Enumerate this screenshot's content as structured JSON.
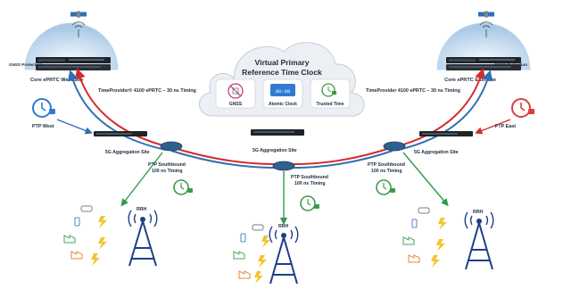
{
  "colors": {
    "navy": "#12264a",
    "device": "#1f2329",
    "link_red": "#d62b2b",
    "link_blue": "#2f6fb3",
    "arrow_green": "#2f9a4e",
    "ptp_blue": "#2f7bd3",
    "ptp_red": "#d9403f",
    "timing_green": "#3f9a4a",
    "tower_blue": "#1d3f8a",
    "dome": "#cfe3f5",
    "cloud": "#ecf0f4"
  },
  "labels": {
    "gnss_protection_left": "GNSS Protection",
    "gnss_protection_right": "GNSS Protection",
    "core_west": "Core ePRTC West Site",
    "core_east": "Core ePRTC East Site",
    "tp_west": "TimeProvider® 4100 ePRTC – 30 ns Timing",
    "tp_east": "TimeProvider 4100 ePRTC – 30 ns Timing",
    "ptp_west": "PTP West",
    "ptp_east": "PTP East",
    "agg_left": "5G Aggregation Site",
    "agg_center": "5G Aggregation Site",
    "agg_right": "5G Aggregation Site",
    "ptp_sb_left": [
      "PTP Southbound",
      "100 ns Timing"
    ],
    "ptp_sb_center": [
      "PTP Southbound",
      "100 ns Timing"
    ],
    "ptp_sb_right": [
      "PTP Southbound",
      "100 ns Timing"
    ],
    "rrh_left": "RRH",
    "rrh_center": "RRH",
    "rrh_right": "RRH"
  },
  "cloud": {
    "title_line1": "Virtual Primary",
    "title_line2": "Reference Time Clock",
    "clock_display": "00:00",
    "items": [
      "GNSS",
      "Atomic Clock",
      "Trusted Time"
    ]
  },
  "icons": {
    "satellite": "satellite-icon",
    "clock": "clock-icon",
    "lock": "lock-icon",
    "tower": "cell-tower-icon",
    "vehicle": "car-icon",
    "phone": "phone-icon",
    "factory": "factory-icon",
    "lightning": "lightning-icon"
  }
}
